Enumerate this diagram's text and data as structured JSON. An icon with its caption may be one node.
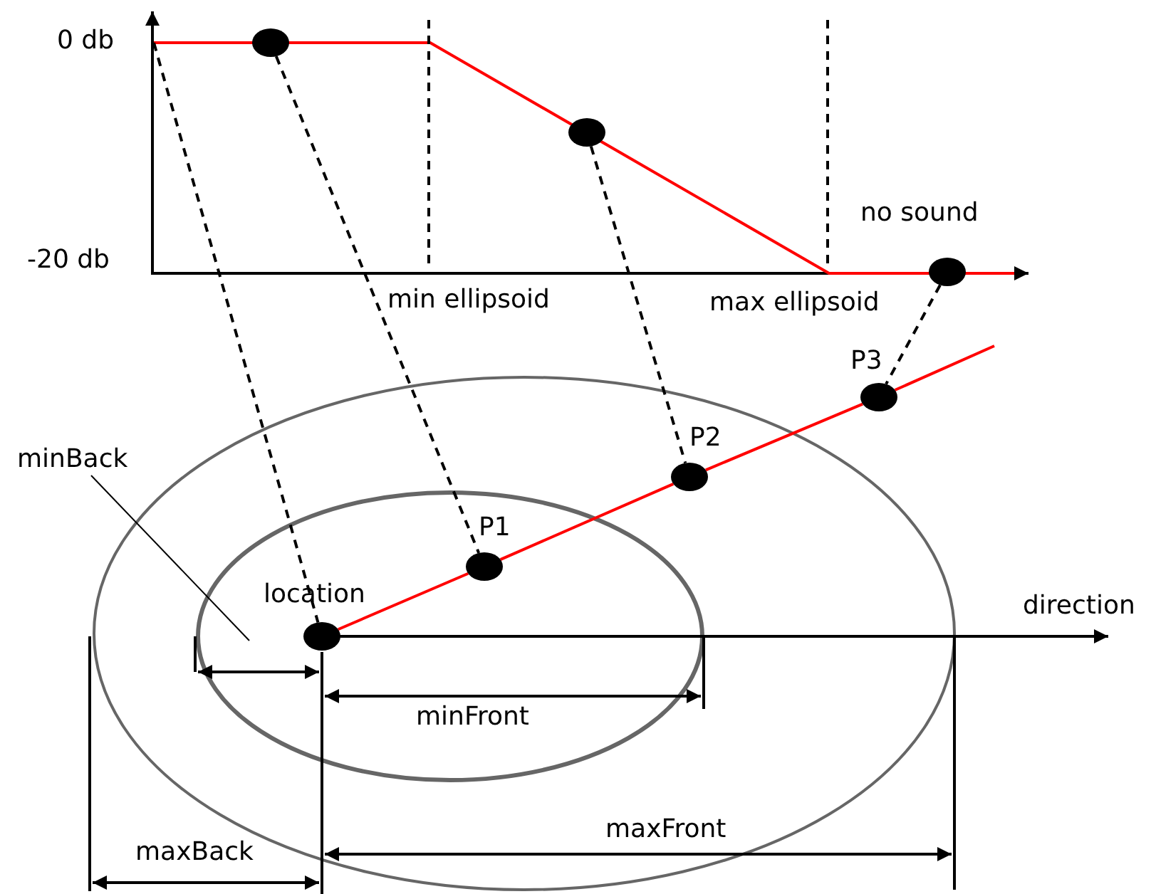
{
  "diagram": {
    "nodes": [
      {
        "text": [],
        "shape": "circle"
      },
      {
        "text": [],
        "shape": "circle"
      },
      {
        "text": [],
        "shape": "circle"
      },
      {
        "text": [
          "minBack"
        ]
      },
      {
        "text": [],
        "shape": "circle",
        "beside": [
          "location"
        ]
      },
      {
        "text": [],
        "shape": "circle",
        "beside": [
          "P1"
        ]
      },
      {
        "text": [],
        "shape": "circle",
        "beside": [
          "P2"
        ]
      },
      {
        "text": [],
        "shape": "circle",
        "beside": [
          "P3"
        ]
      }
    ],
    "edges": [
      {
        "from": null,
        "to": 4,
        "arrow": "none",
        "style": "dashed"
      },
      {
        "from": 0,
        "to": 5,
        "arrow": "none",
        "style": "dashed"
      },
      {
        "from": 1,
        "to": 6,
        "arrow": "none",
        "style": "dashed"
      },
      {
        "from": 2,
        "to": 7,
        "arrow": "none",
        "style": "dashed"
      },
      {
        "from": 4,
        "to": 5,
        "arrow": "none",
        "color": "#ff0000"
      },
      {
        "from": 5,
        "to": 6,
        "arrow": "none",
        "color": "#ff0000"
      },
      {
        "from": 6,
        "to": 7,
        "arrow": "none",
        "color": "#ff0000"
      },
      {
        "from": 7,
        "to": null,
        "arrow": "none",
        "color": "#ff0000"
      },
      {
        "from": 3,
        "to": null,
        "arrow": "none"
      }
    ],
    "labels": [
      "0 db",
      "no sound",
      "-20 db",
      "min ellipsoid",
      "max ellipsoid",
      "direction",
      "minFront",
      "maxFront",
      "maxBack"
    ]
  }
}
